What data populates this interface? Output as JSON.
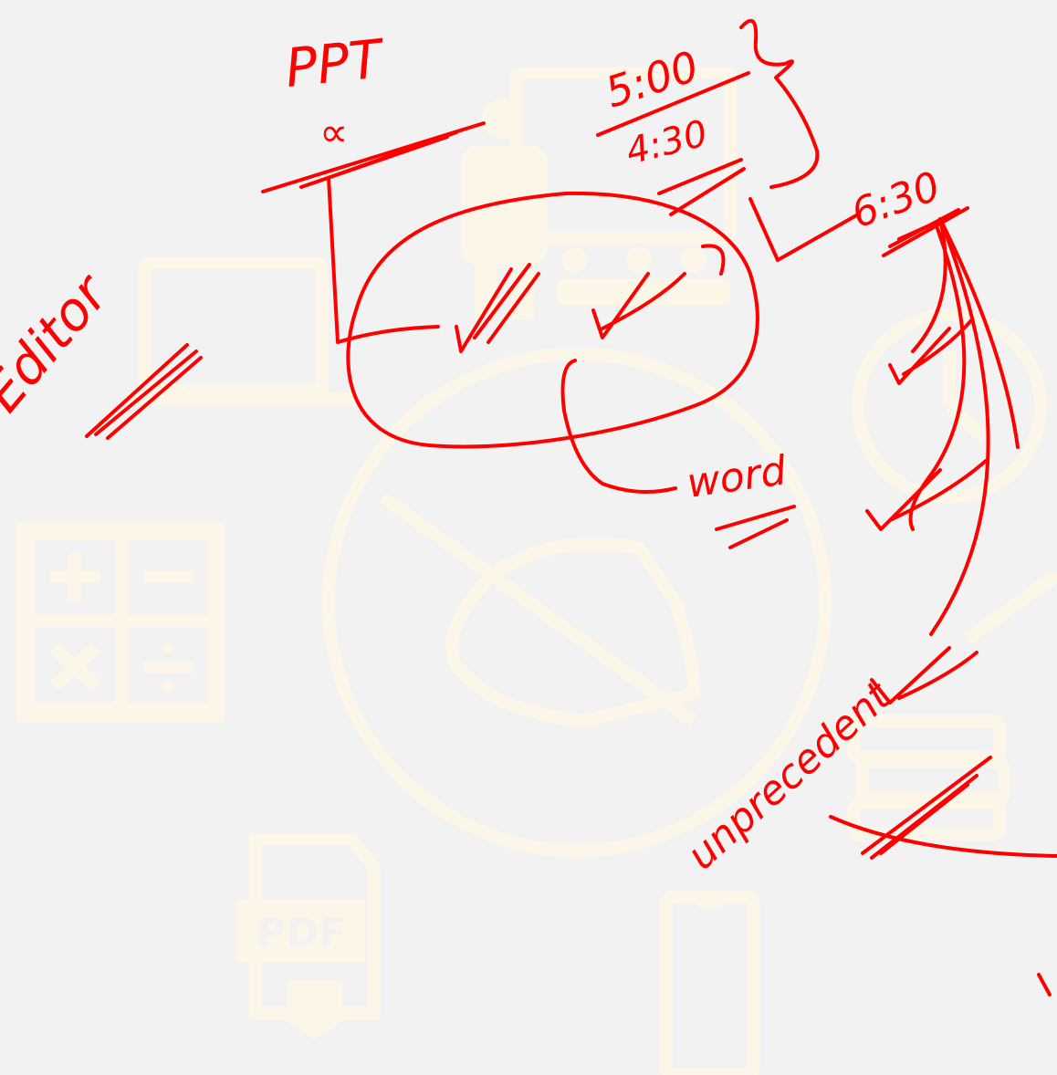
{
  "canvas": {
    "background": "#f2f2f2"
  },
  "colors": {
    "ink": "#ff0000",
    "watermark": "#fbf6e8"
  },
  "background_icons": [
    "presenter-icon",
    "laptop-icon",
    "writing-hand-icon",
    "calculator-icon",
    "clock-icon",
    "pencil-icon",
    "books-icon",
    "pdf-download-icon",
    "smartphone-icon"
  ],
  "pdf_icon_label": "PDF",
  "annotations": {
    "ppt": "PPT",
    "ppt_mark": "∝",
    "editor": "Editor",
    "time_500": "5:00",
    "time_430": "4:30",
    "time_630": "6:30",
    "word": "word",
    "unprecedented": "unprecedent"
  }
}
